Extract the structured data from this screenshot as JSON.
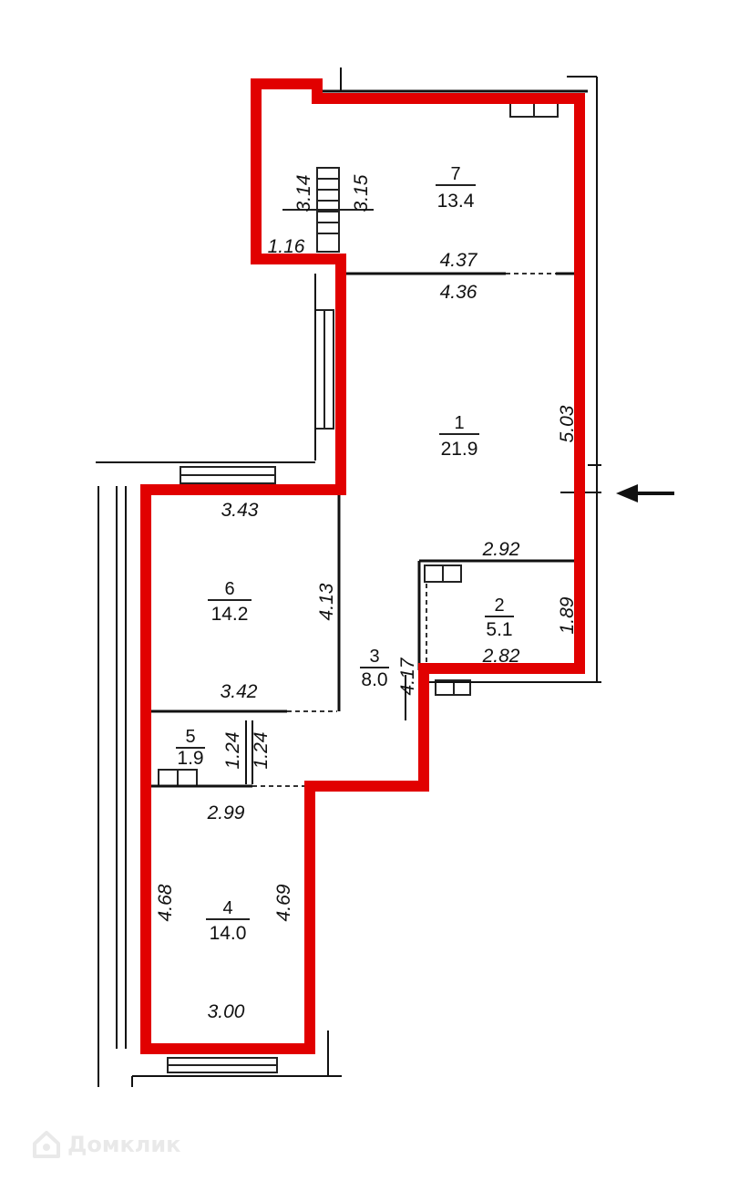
{
  "rooms": [
    {
      "number": "7",
      "area": "13.4"
    },
    {
      "number": "1",
      "area": "21.9"
    },
    {
      "number": "6",
      "area": "14.2"
    },
    {
      "number": "2",
      "area": "5.1"
    },
    {
      "number": "3",
      "area": "8.0"
    },
    {
      "number": "5",
      "area": "1.9"
    },
    {
      "number": "4",
      "area": "14.0"
    }
  ],
  "dimensions": {
    "d314": "3.14",
    "d315": "3.15",
    "d116": "1.16",
    "d437": "4.37",
    "d436": "4.36",
    "d503": "5.03",
    "d343": "3.43",
    "d413": "4.13",
    "d342": "3.42",
    "d292": "2.92",
    "d189": "1.89",
    "d282": "2.82",
    "d417": "4.17",
    "d124a": "1.24",
    "d124b": "1.24",
    "d299": "2.99",
    "d468": "4.68",
    "d469": "4.69",
    "d300": "3.00"
  },
  "colors": {
    "outline": "#e10000",
    "walls": "#111111"
  },
  "watermark": {
    "text": "Домклик",
    "icon": "house-logo-icon"
  },
  "entrance": {
    "icon": "entrance-arrow-icon"
  }
}
